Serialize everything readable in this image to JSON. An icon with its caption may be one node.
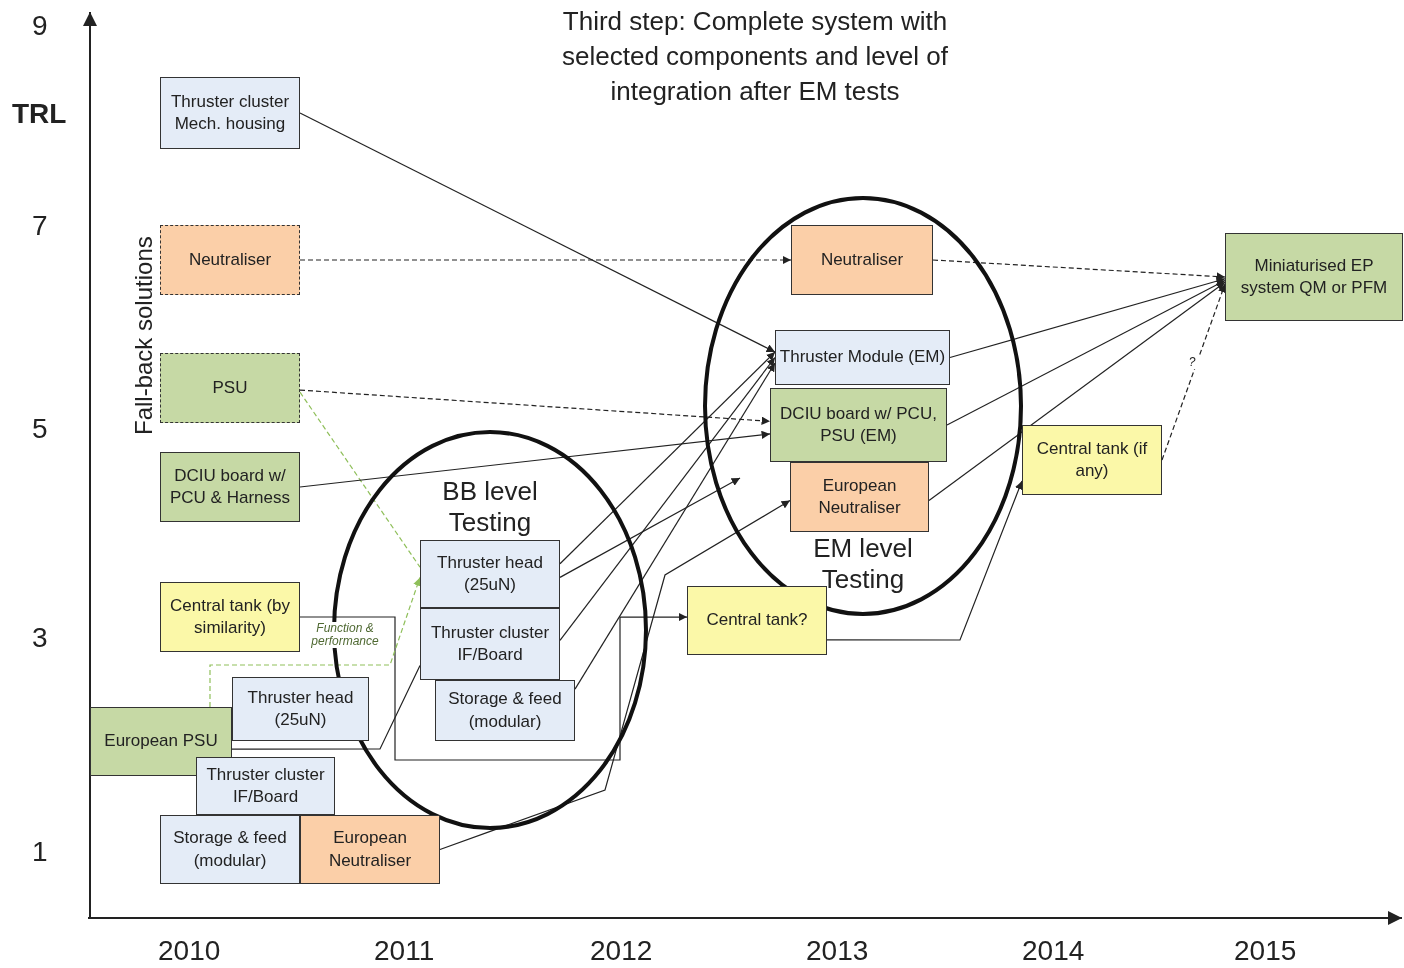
{
  "diagram": {
    "title": "Third step: Complete system with selected components and level of integration after EM tests",
    "nodes": [
      {
        "text": [
          "Thruster cluster Mech. housing"
        ]
      },
      {
        "text": [
          "Neutraliser"
        ]
      },
      {
        "text": [
          "PSU"
        ]
      },
      {
        "text": [
          "DCIU board w/ PCU & Harness"
        ]
      },
      {
        "text": [
          "Central tank (by similarity)"
        ]
      },
      {
        "text": [
          "European PSU"
        ]
      },
      {
        "text": [
          "Thruster head (25uN)"
        ]
      },
      {
        "text": [
          "Thruster cluster IF/Board"
        ]
      },
      {
        "text": [
          "Storage & feed (modular)"
        ]
      },
      {
        "text": [
          "European Neutraliser"
        ]
      },
      {
        "text": [
          "BB level Testing"
        ]
      },
      {
        "text": [
          "Thruster head (25uN)"
        ],
        "in": 10
      },
      {
        "text": [
          "Thruster cluster IF/Board"
        ],
        "in": 10
      },
      {
        "text": [
          "Storage & feed (modular)"
        ],
        "in": 10
      },
      {
        "text": [
          "Central tank?"
        ]
      },
      {
        "text": [
          "EM level Testing"
        ]
      },
      {
        "text": [
          "Neutraliser"
        ],
        "in": 15
      },
      {
        "text": [
          "Thruster Module (EM)"
        ],
        "in": 15
      },
      {
        "text": [
          "DCIU board w/ PCU, PSU (EM)"
        ],
        "in": 15
      },
      {
        "text": [
          "European Neutraliser"
        ],
        "in": 15
      },
      {
        "text": [
          "Central tank (if any)"
        ]
      },
      {
        "text": [
          "Miniaturised EP system QM or PFM"
        ]
      }
    ],
    "edges": [
      {
        "from": 0,
        "to": 17,
        "arrow": "to"
      },
      {
        "from": 1,
        "to": 16,
        "arrow": "to",
        "style": "dashed"
      },
      {
        "from": 2,
        "to": 18,
        "arrow": "to",
        "style": "dashed"
      },
      {
        "from": 2,
        "to": 11,
        "arrow": "none",
        "style": "dashed",
        "color": "#8fbf5a"
      },
      {
        "from": 3,
        "to": 18,
        "arrow": "to"
      },
      {
        "from": 4,
        "to": 14,
        "arrow": "to"
      },
      {
        "from": 5,
        "to": 11,
        "arrow": "to",
        "style": "dashed",
        "color": "#8fbf5a",
        "label": "Function & performance"
      },
      {
        "from": 5,
        "to": 12,
        "arrow": "none"
      },
      {
        "from": 9,
        "to": 19,
        "arrow": "to"
      },
      {
        "from": 11,
        "to": 17,
        "arrow": "to"
      },
      {
        "from": 11,
        "to": 15,
        "arrow": "to"
      },
      {
        "from": 12,
        "to": 17,
        "arrow": "to"
      },
      {
        "from": 13,
        "to": 17,
        "arrow": "to"
      },
      {
        "from": 14,
        "to": 20,
        "arrow": "to"
      },
      {
        "from": 16,
        "to": 21,
        "arrow": "to",
        "style": "dashed"
      },
      {
        "from": 17,
        "to": 21,
        "arrow": "to"
      },
      {
        "from": 18,
        "to": 21,
        "arrow": "to"
      },
      {
        "from": 19,
        "to": 21,
        "arrow": "to"
      },
      {
        "from": 20,
        "to": 21,
        "arrow": "to",
        "style": "dashed",
        "label": "?"
      }
    ],
    "labels": [
      "9",
      "TRL",
      "7",
      "Fall-back solutions",
      "5",
      "3",
      "1",
      "2010",
      "2011",
      "2012",
      "2013",
      "2014",
      "2015"
    ]
  }
}
